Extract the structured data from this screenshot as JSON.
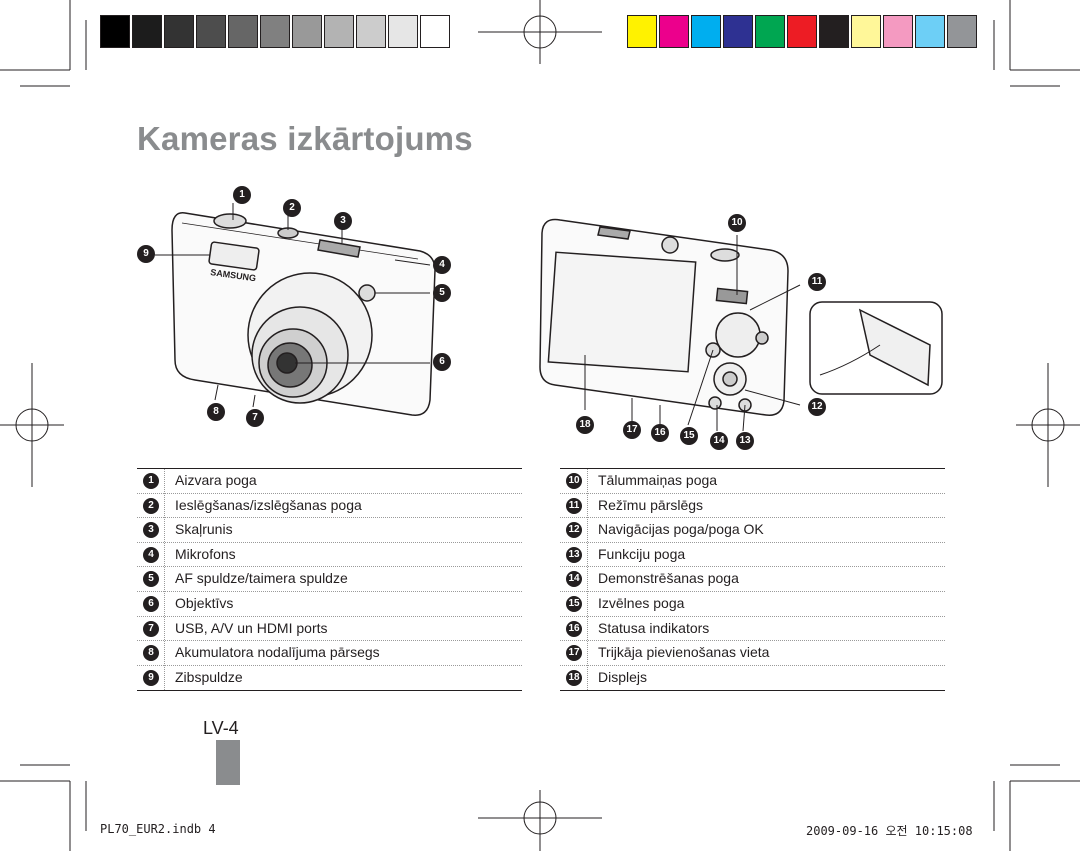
{
  "title": "Kameras izkārtojums",
  "colors": {
    "title_gray": "#8a8c8e",
    "gray_bar": [
      "#000000",
      "#1c1c1c",
      "#333333",
      "#4d4d4d",
      "#666666",
      "#808080",
      "#999999",
      "#b3b3b3",
      "#cccccc",
      "#e6e6e6",
      "#ffffff"
    ],
    "color_bar": [
      "#fff200",
      "#ec008c",
      "#00aeef",
      "#2e3192",
      "#00a651",
      "#ed1c24",
      "#231f20",
      "#fff799",
      "#f49ac1",
      "#6dcff6",
      "#939598"
    ]
  },
  "callouts": {
    "front": [
      "1",
      "2",
      "3",
      "4",
      "5",
      "6",
      "7",
      "8",
      "9"
    ],
    "back": [
      "10",
      "11",
      "12",
      "13",
      "14",
      "15",
      "16",
      "17",
      "18"
    ]
  },
  "legend_left": [
    {
      "num": "1",
      "label": "Aizvara poga"
    },
    {
      "num": "2",
      "label": "Ieslēgšanas/izslēgšanas poga"
    },
    {
      "num": "3",
      "label": "Skaļrunis"
    },
    {
      "num": "4",
      "label": "Mikrofons"
    },
    {
      "num": "5",
      "label": "AF spuldze/taimera spuldze"
    },
    {
      "num": "6",
      "label": "Objektīvs"
    },
    {
      "num": "7",
      "label": "USB, A/V un HDMI ports"
    },
    {
      "num": "8",
      "label": "Akumulatora nodalījuma pārsegs"
    },
    {
      "num": "9",
      "label": "Zibspuldze"
    }
  ],
  "legend_right": [
    {
      "num": "10",
      "label": "Tālummaiņas poga"
    },
    {
      "num": "11",
      "label": "Režīmu pārslēgs"
    },
    {
      "num": "12",
      "label": "Navigācijas poga/poga OK"
    },
    {
      "num": "13",
      "label": "Funkciju poga"
    },
    {
      "num": "14",
      "label": "Demonstrēšanas poga"
    },
    {
      "num": "15",
      "label": "Izvēlnes poga"
    },
    {
      "num": "16",
      "label": "Statusa indikators"
    },
    {
      "num": "17",
      "label": "Trijkāja pievienošanas vieta"
    },
    {
      "num": "18",
      "label": "Displejs"
    }
  ],
  "camera_brand": "SAMSUNG",
  "page_number": "LV-4",
  "footer": {
    "file": "PL70_EUR2.indb   4",
    "timestamp": "2009-09-16   오전 10:15:08"
  }
}
